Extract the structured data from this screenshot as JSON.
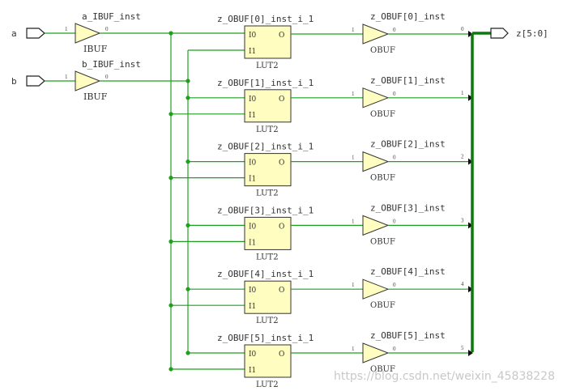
{
  "ports": {
    "inputs": [
      {
        "label": "a",
        "buffer_name": "a_IBUF_inst",
        "buffer_type": "IBUF",
        "pin_in": "1",
        "pin_out": "0"
      },
      {
        "label": "b",
        "buffer_name": "b_IBUF_inst",
        "buffer_type": "IBUF",
        "pin_in": "1",
        "pin_out": "0"
      }
    ],
    "output": {
      "label": "z[5:0]"
    }
  },
  "stages": [
    {
      "lut_name": "z_OBUF[0]_inst_i_1",
      "lut_type": "LUT2",
      "pin_i0": "I0",
      "pin_i1": "I1",
      "pin_o": "O",
      "obuf_name": "z_OBUF[0]_inst",
      "obuf_type": "OBUF",
      "obuf_pin_in": "1",
      "obuf_pin_out": "0",
      "bus_index": "0"
    },
    {
      "lut_name": "z_OBUF[1]_inst_i_1",
      "lut_type": "LUT2",
      "pin_i0": "I0",
      "pin_i1": "I1",
      "pin_o": "O",
      "obuf_name": "z_OBUF[1]_inst",
      "obuf_type": "OBUF",
      "obuf_pin_in": "1",
      "obuf_pin_out": "0",
      "bus_index": "1"
    },
    {
      "lut_name": "z_OBUF[2]_inst_i_1",
      "lut_type": "LUT2",
      "pin_i0": "I0",
      "pin_i1": "I1",
      "pin_o": "O",
      "obuf_name": "z_OBUF[2]_inst",
      "obuf_type": "OBUF",
      "obuf_pin_in": "1",
      "obuf_pin_out": "0",
      "bus_index": "2"
    },
    {
      "lut_name": "z_OBUF[3]_inst_i_1",
      "lut_type": "LUT2",
      "pin_i0": "I0",
      "pin_i1": "I1",
      "pin_o": "O",
      "obuf_name": "z_OBUF[3]_inst",
      "obuf_type": "OBUF",
      "obuf_pin_in": "1",
      "obuf_pin_out": "0",
      "bus_index": "3"
    },
    {
      "lut_name": "z_OBUF[4]_inst_i_1",
      "lut_type": "LUT2",
      "pin_i0": "I0",
      "pin_i1": "I1",
      "pin_o": "O",
      "obuf_name": "z_OBUF[4]_inst",
      "obuf_type": "OBUF",
      "obuf_pin_in": "1",
      "obuf_pin_out": "0",
      "bus_index": "4"
    },
    {
      "lut_name": "z_OBUF[5]_inst_i_1",
      "lut_type": "LUT2",
      "pin_i0": "I0",
      "pin_i1": "I1",
      "pin_o": "O",
      "obuf_name": "z_OBUF[5]_inst",
      "obuf_type": "OBUF",
      "obuf_pin_in": "1",
      "obuf_pin_out": "0",
      "bus_index": "5"
    }
  ],
  "watermark": "https://blog.csdn.net/weixin_45838228",
  "colors": {
    "wire": "#1ea01e",
    "bus": "#0a7a0a",
    "cell_fill": "#fffec0"
  }
}
